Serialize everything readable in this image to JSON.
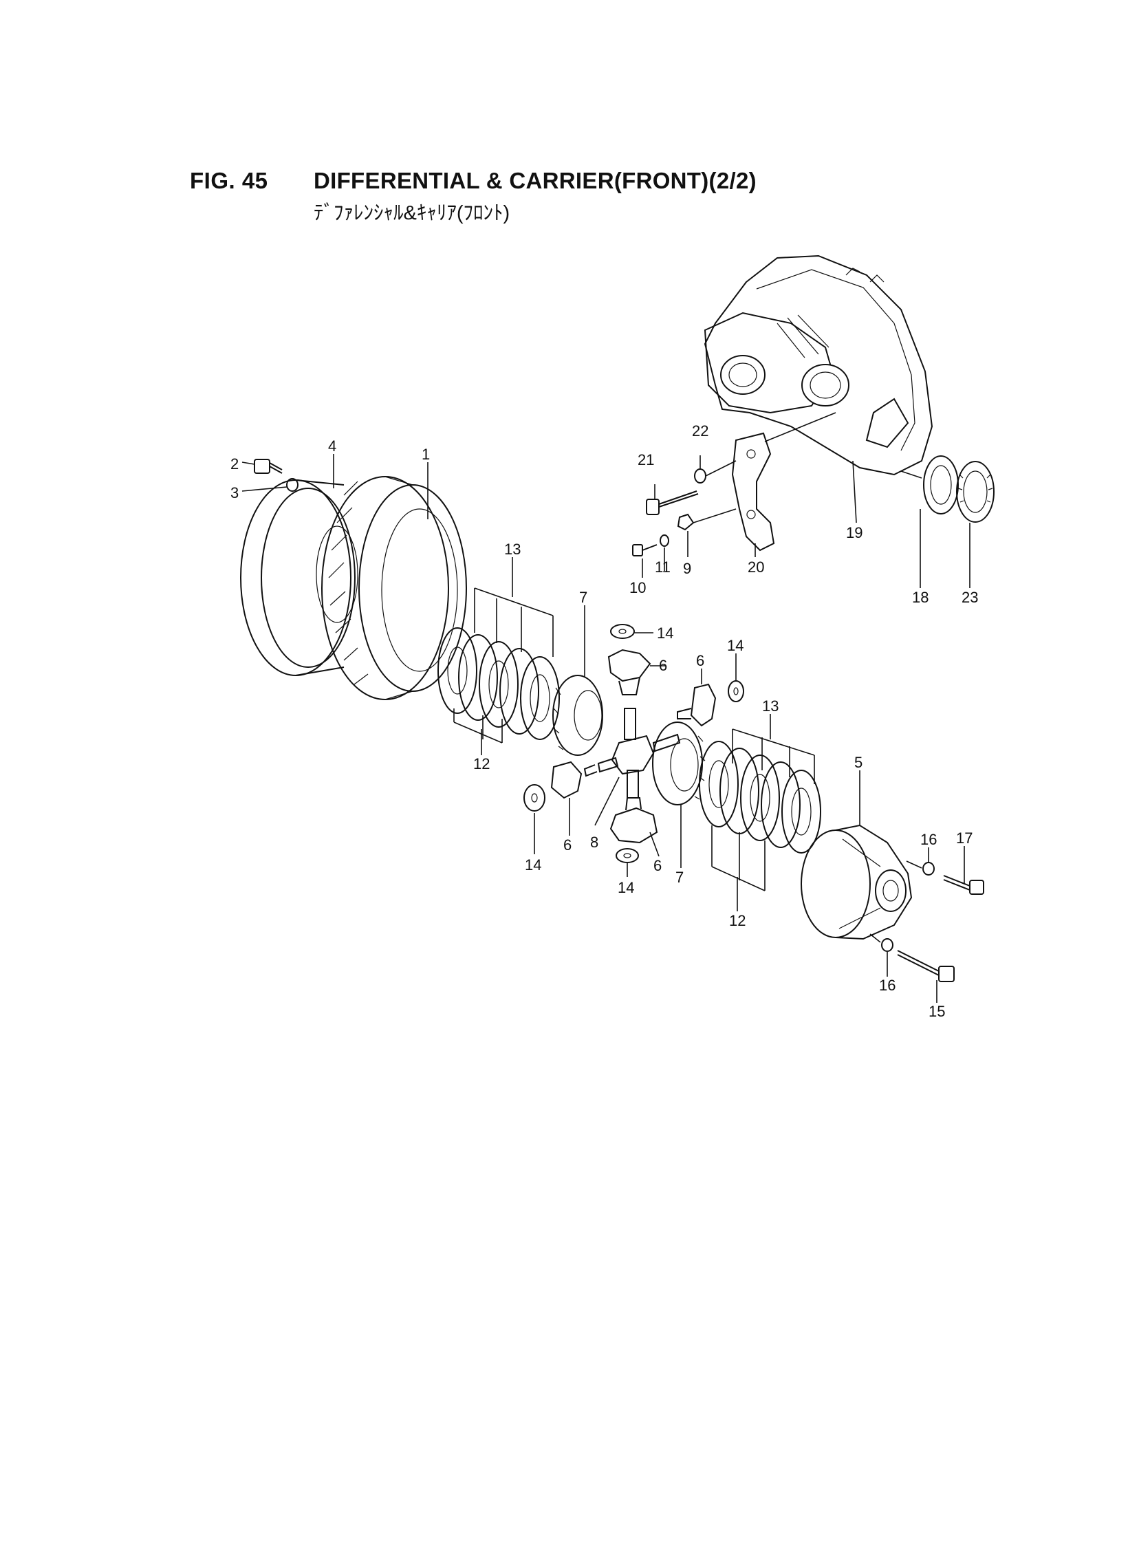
{
  "header": {
    "fig_number": "FIG. 45",
    "title": "DIFFERENTIAL & CARRIER(FRONT)(2/2)",
    "subtitle": "ﾃﾞﾌｧﾚﾝｼｬﾙ&ｷｬﾘｱ(ﾌﾛﾝﾄ)"
  },
  "callouts": [
    {
      "id": "c1",
      "label": "1"
    },
    {
      "id": "c2",
      "label": "2"
    },
    {
      "id": "c3",
      "label": "3"
    },
    {
      "id": "c4",
      "label": "4"
    },
    {
      "id": "c5",
      "label": "5"
    },
    {
      "id": "c6a",
      "label": "6"
    },
    {
      "id": "c6b",
      "label": "6"
    },
    {
      "id": "c6c",
      "label": "6"
    },
    {
      "id": "c6d",
      "label": "6"
    },
    {
      "id": "c7a",
      "label": "7"
    },
    {
      "id": "c7b",
      "label": "7"
    },
    {
      "id": "c8",
      "label": "8"
    },
    {
      "id": "c9",
      "label": "9"
    },
    {
      "id": "c10",
      "label": "10"
    },
    {
      "id": "c11",
      "label": "11"
    },
    {
      "id": "c12a",
      "label": "12"
    },
    {
      "id": "c12b",
      "label": "12"
    },
    {
      "id": "c13a",
      "label": "13"
    },
    {
      "id": "c13b",
      "label": "13"
    },
    {
      "id": "c14a",
      "label": "14"
    },
    {
      "id": "c14b",
      "label": "14"
    },
    {
      "id": "c14c",
      "label": "14"
    },
    {
      "id": "c14d",
      "label": "14"
    },
    {
      "id": "c15",
      "label": "15"
    },
    {
      "id": "c16a",
      "label": "16"
    },
    {
      "id": "c16b",
      "label": "16"
    },
    {
      "id": "c17",
      "label": "17"
    },
    {
      "id": "c18",
      "label": "18"
    },
    {
      "id": "c19",
      "label": "19"
    },
    {
      "id": "c20",
      "label": "20"
    },
    {
      "id": "c21",
      "label": "21"
    },
    {
      "id": "c22",
      "label": "22"
    },
    {
      "id": "c23",
      "label": "23"
    }
  ]
}
